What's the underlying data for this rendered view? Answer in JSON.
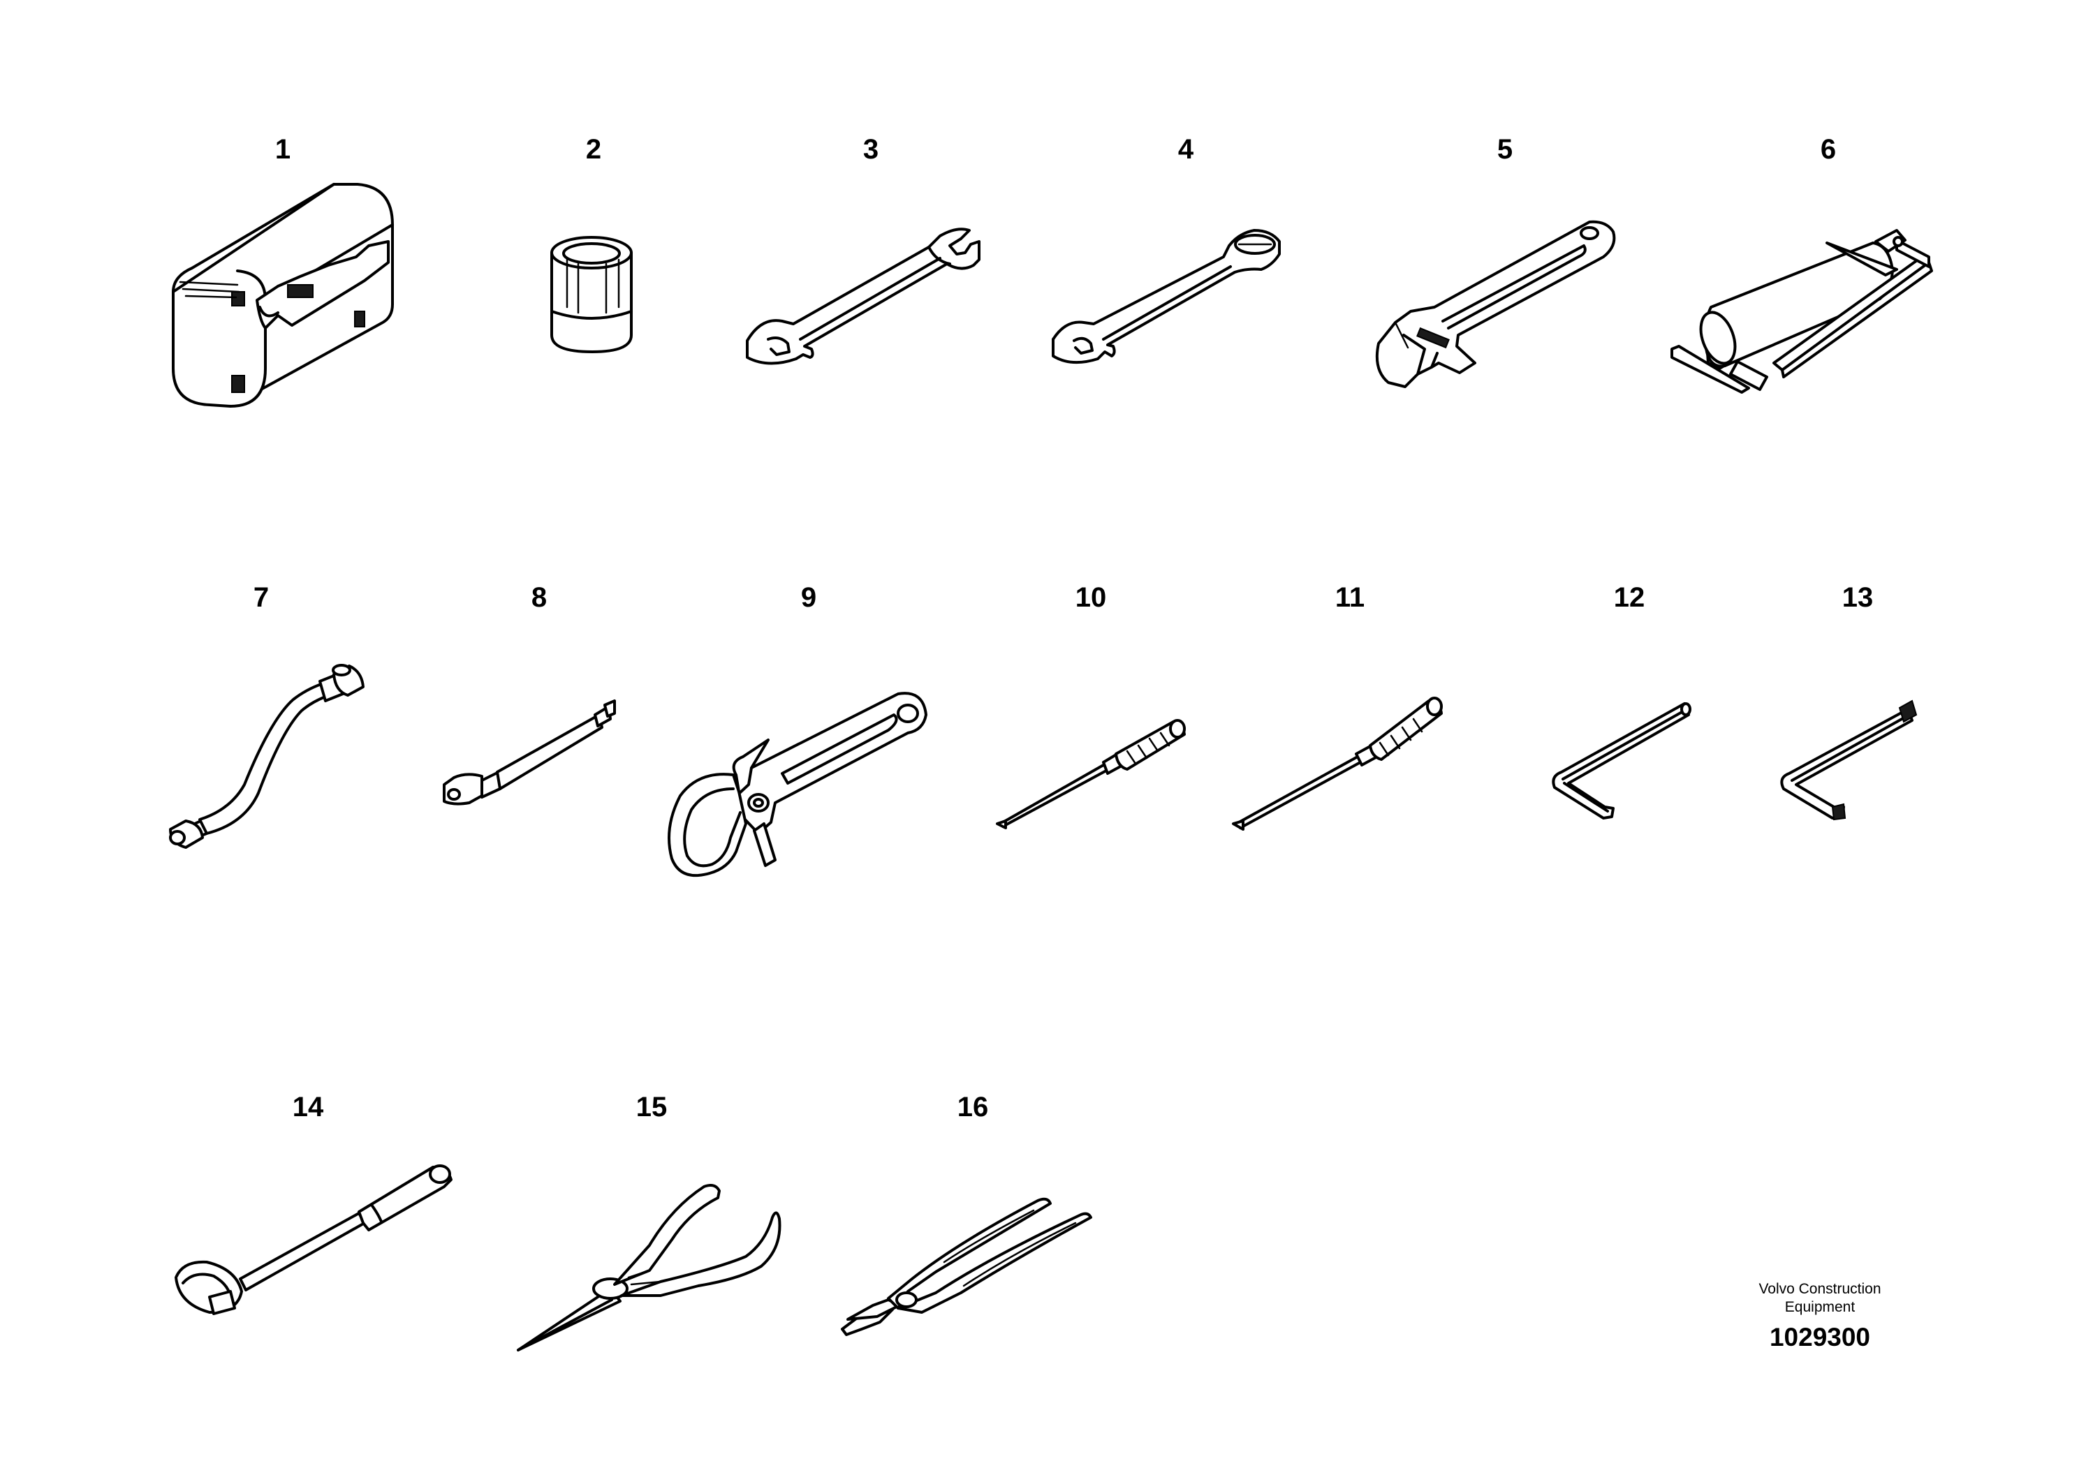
{
  "items": [
    {
      "number": "1",
      "icon": "tool-bag-icon"
    },
    {
      "number": "2",
      "icon": "socket-icon"
    },
    {
      "number": "3",
      "icon": "open-end-wrench-icon"
    },
    {
      "number": "4",
      "icon": "combination-wrench-icon"
    },
    {
      "number": "5",
      "icon": "adjustable-wrench-icon"
    },
    {
      "number": "6",
      "icon": "grease-gun-icon"
    },
    {
      "number": "7",
      "icon": "curved-socket-wrench-icon"
    },
    {
      "number": "8",
      "icon": "extension-bar-icon"
    },
    {
      "number": "9",
      "icon": "filter-strap-wrench-icon"
    },
    {
      "number": "10",
      "icon": "phillips-screwdriver-icon"
    },
    {
      "number": "11",
      "icon": "flat-screwdriver-icon"
    },
    {
      "number": "12",
      "icon": "hex-key-icon"
    },
    {
      "number": "13",
      "icon": "torx-key-icon"
    },
    {
      "number": "14",
      "icon": "ratchet-handle-icon"
    },
    {
      "number": "15",
      "icon": "long-nose-pliers-icon"
    },
    {
      "number": "16",
      "icon": "slip-joint-pliers-icon"
    }
  ],
  "footer": {
    "brand_line1": "Volvo Construction",
    "brand_line2": "Equipment",
    "code": "1029300"
  }
}
